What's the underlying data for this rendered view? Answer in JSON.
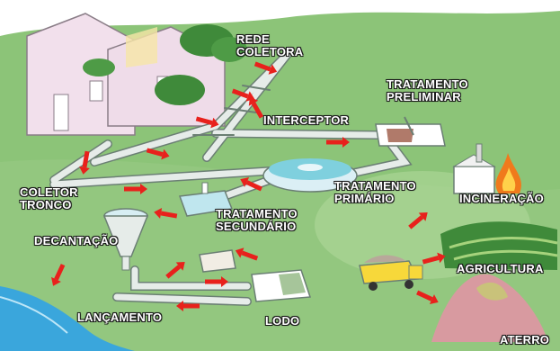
{
  "labels": {
    "rede_coletora": [
      "REDE",
      "COLETORA"
    ],
    "tratamento_preliminar": [
      "TRATAMENTO",
      "PRELIMINAR"
    ],
    "interceptor": "INTERCEPTOR",
    "coletor_tronco": [
      "COLETOR",
      "TRONCO"
    ],
    "tratamento_primario": [
      "TRATAMENTO",
      "PRIMÁRIO"
    ],
    "incineracao": "INCINERAÇÃO",
    "tratamento_secundario": [
      "TRATAMENTO",
      "SECUNDÁRIO"
    ],
    "decantacao": "DECANTAÇÃO",
    "agricultura": "AGRICULTURA",
    "lancamento": "LANÇAMENTO",
    "lodo": "LODO",
    "aterro": "ATERRO"
  },
  "colors": {
    "background": "#ffffff",
    "ground": "#8cc478",
    "ground_light": "#b5dba0",
    "water": "#3aa6dc",
    "pipe": "#e6ece9",
    "pipe_outline": "#6b7f74",
    "flow_arrow": "#e8211c",
    "houses": "#f2e0ec",
    "trees": "#3f8a3a",
    "fire": "#f07a1c",
    "landfill": "#d89aa0"
  }
}
